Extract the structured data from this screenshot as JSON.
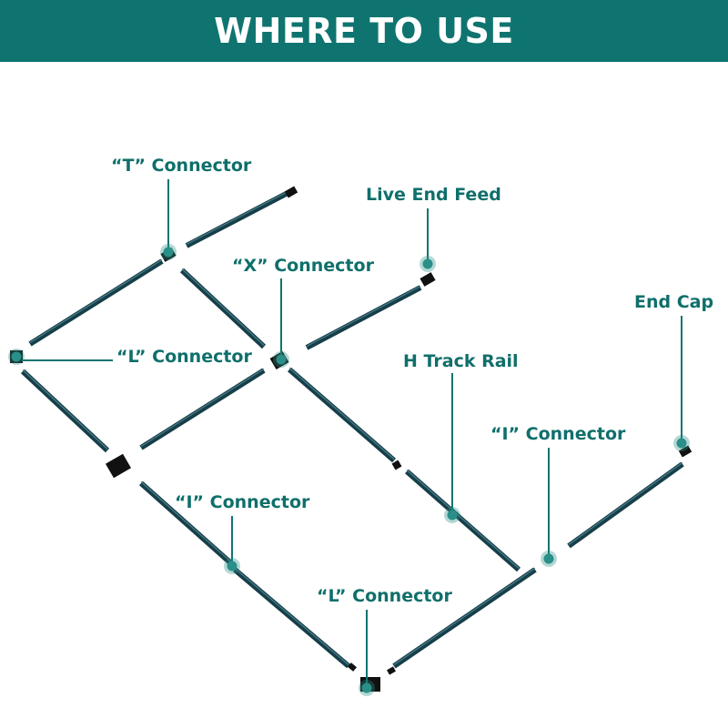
{
  "header": {
    "title": "WHERE TO USE"
  },
  "labels": {
    "t_connector": "“T” Connector",
    "live_end_feed": "Live End Feed",
    "x_connector": "“X” Connector",
    "end_cap": "End Cap",
    "l_connector_left": "“L” Connector",
    "h_track_rail": "H Track Rail",
    "i_connector_right": "“I” Connector",
    "i_connector_left": "“I” Connector",
    "l_connector_bottom": "“L” Connector"
  },
  "colors": {
    "accent": "#0f7470",
    "label_text": "#0f6f6b",
    "rail": "#163f49",
    "rail_highlight": "#4a7d8a",
    "connector": "#111111",
    "callout_dot": "#2a8f88"
  }
}
